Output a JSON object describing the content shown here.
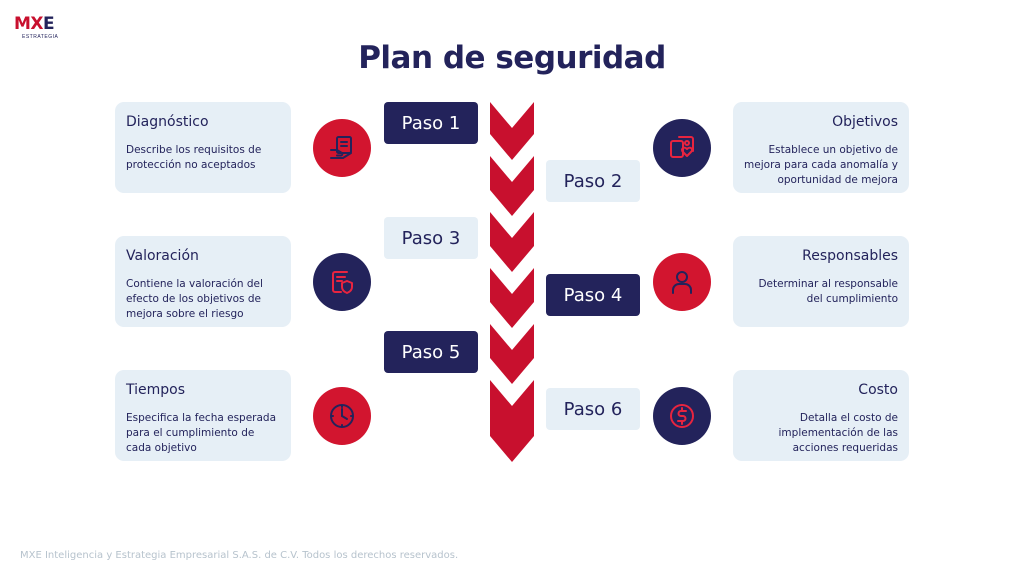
{
  "logo": {
    "brand_mx": "MX",
    "brand_e": "E",
    "tagline": "ESTRATEGIA"
  },
  "title": "Plan de seguridad",
  "steps": [
    {
      "label": "Paso 1"
    },
    {
      "label": "Paso 2"
    },
    {
      "label": "Paso 3"
    },
    {
      "label": "Paso 4"
    },
    {
      "label": "Paso 5"
    },
    {
      "label": "Paso 6"
    }
  ],
  "cards": {
    "diagnostico": {
      "title": "Diagnóstico",
      "text": "Describe los requisitos de protección no aceptados",
      "icon": "document-hand-icon"
    },
    "objetivos": {
      "title": "Objetivos",
      "text": "Establece un objetivo de mejora para cada anomalía y oportunidad de mejora",
      "icon": "heart-shield-icon"
    },
    "valoracion": {
      "title": "Valoración",
      "text": "Contiene la valoración del efecto de los objetivos de mejora sobre el riesgo",
      "icon": "document-shield-icon"
    },
    "responsables": {
      "title": "Responsables",
      "text": "Determinar al responsable del cumplimiento",
      "icon": "person-icon"
    },
    "tiempos": {
      "title": "Tiempos",
      "text": "Especifica la fecha esperada para el cumplimiento de cada objetivo",
      "icon": "clock-icon"
    },
    "costo": {
      "title": "Costo",
      "text": "Detalla el costo de implementación de las acciones requeridas",
      "icon": "dollar-icon"
    }
  },
  "colors": {
    "navy": "#23235b",
    "red": "#d2152f",
    "card_bg": "#e6eff6"
  },
  "footer": "MXE Inteligencia y Estrategia Empresarial S.A.S. de C.V. Todos los derechos reservados."
}
